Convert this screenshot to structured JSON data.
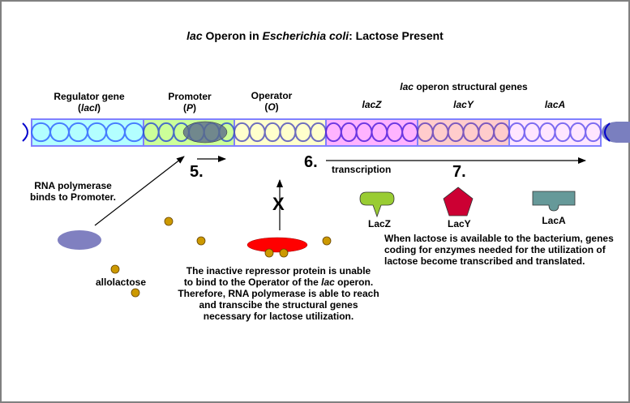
{
  "title": {
    "part1_italic": "lac",
    "part2": " Operon in ",
    "part3_italic": "Escherichia coli",
    "part4": ": Lactose Present"
  },
  "dna_segments": [
    {
      "id": "regulator",
      "label_line1": "Regulator gene",
      "label_line2_italic": "lacI",
      "color": "#B3FFFF"
    },
    {
      "id": "promoter",
      "label_line1": "Promoter",
      "label_line2_italic": "P",
      "color": "#CCFF99"
    },
    {
      "id": "operator",
      "label_line1": "Operator",
      "label_line2_italic": "O",
      "color": "#FFFFCC"
    },
    {
      "id": "lacZ",
      "label_italic": "lacZ",
      "color": "#FFB3FF"
    },
    {
      "id": "lacY",
      "label_italic": "lacY",
      "color": "#FFCCCC"
    },
    {
      "id": "lacA",
      "label_italic": "lacA",
      "color": "#FFE6FF"
    }
  ],
  "structural_genes_header": {
    "italic": "lac",
    "rest": " operon structural genes"
  },
  "steps": {
    "five": "5.",
    "six": "6.",
    "seven": "7."
  },
  "labels": {
    "rna_polymerase": [
      "RNA polymerase",
      "binds to Promoter."
    ],
    "transcription": "transcription",
    "allolactose": "allolactose",
    "block_mark": "X"
  },
  "proteins": [
    {
      "name": "LacZ",
      "color": "#99CC33"
    },
    {
      "name": "LacY",
      "color": "#CC0033"
    },
    {
      "name": "LacA",
      "color": "#669999"
    }
  ],
  "repressor_caption": {
    "line1": "The inactive repressor protein is unable",
    "line2_pre": "to bind to the Operator of the ",
    "line2_italic": "lac",
    "line2_post": " operon.",
    "line3": "Therefore, RNA polymerase is able to reach",
    "line4": "and transcibe the structural genes",
    "line5": "necessary for lactose utilization."
  },
  "lactose_caption": [
    "When lactose is available to the bacterium, genes",
    "coding for enzymes needed for the utilization of",
    "lactose become transcribed and translated."
  ],
  "colors": {
    "dna_strand": "#3333CC",
    "box_border": "#8080FF",
    "rna_polymerase": "#8080C0",
    "repressor": "#FF0000",
    "allolactose": "#CC9900",
    "bound_polymerase": "#5A6A8A"
  }
}
